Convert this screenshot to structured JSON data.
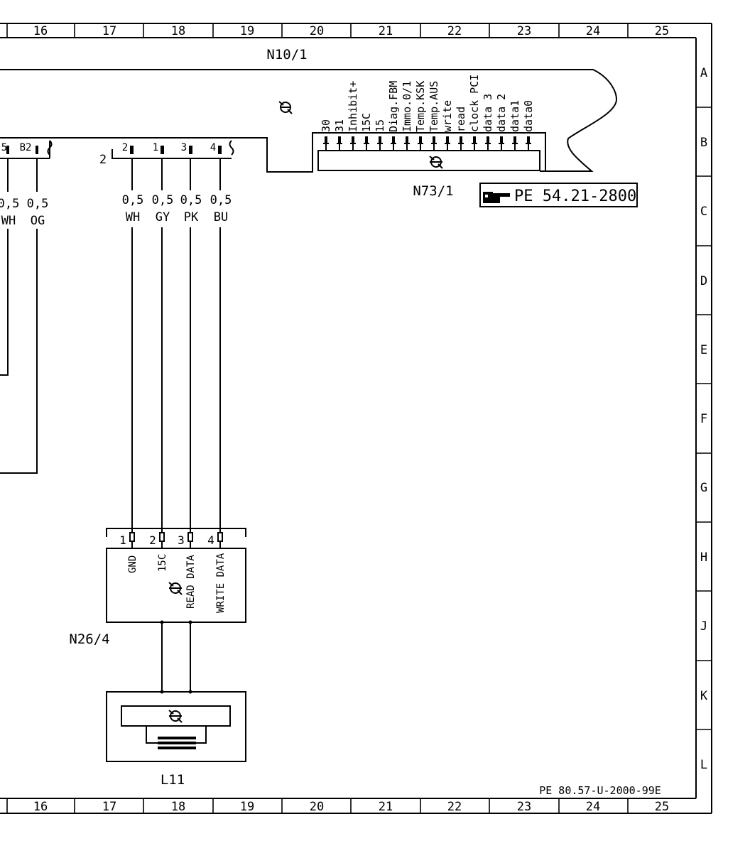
{
  "columns": [
    "16",
    "17",
    "18",
    "19",
    "20",
    "21",
    "22",
    "23",
    "24",
    "25"
  ],
  "rows": [
    "A",
    "B",
    "C",
    "D",
    "E",
    "F",
    "G",
    "H",
    "J",
    "K",
    "L"
  ],
  "components": {
    "n10_1": "N10/1",
    "n73_1": "N73/1",
    "n26_4": "N26/4",
    "l11": "L11"
  },
  "connector_b2": "B2",
  "connector_left_partial": "5",
  "connector_2_label": "2",
  "top_connector_pins": [
    "2",
    "1",
    "3",
    "4"
  ],
  "n26_4_pins": [
    "1",
    "2",
    "3",
    "4"
  ],
  "wire_sizes_left": [
    "0,5",
    "0,5"
  ],
  "wire_colors_left": [
    "WH",
    "OG"
  ],
  "wires": [
    {
      "size": "0,5",
      "color": "WH"
    },
    {
      "size": "0,5",
      "color": "GY"
    },
    {
      "size": "0,5",
      "color": "PK"
    },
    {
      "size": "0,5",
      "color": "BU"
    }
  ],
  "n73_1_pin_labels": [
    "30",
    "31",
    "Inhibit+",
    "15C",
    "15",
    "Diag.FBM",
    "Immo.0/1",
    "Temp.KSK",
    "Temp.AUS",
    "write",
    "read",
    "clock PCI",
    "data 3",
    "data 2",
    "data1",
    "data0"
  ],
  "n26_4_signals": [
    "GND",
    "15C",
    "READ DATA",
    "WRITE DATA"
  ],
  "reference": "PE 54.21-2800",
  "drawing_number": "PE 80.57-U-2000-99E",
  "colors": {
    "ink": "#000000",
    "background": "#ffffff"
  },
  "icons": [
    "ground-symbol-icon",
    "hand-pointer-icon"
  ]
}
